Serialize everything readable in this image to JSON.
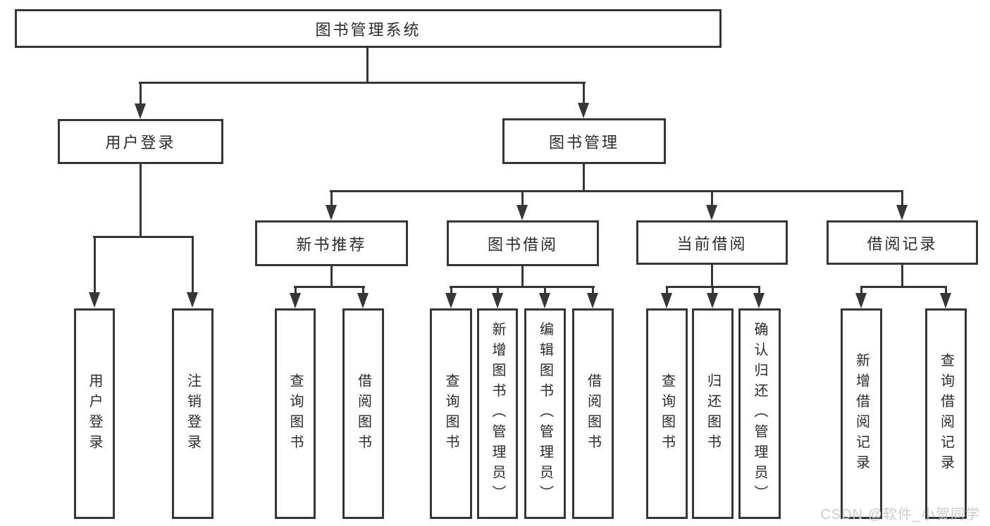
{
  "diagram_title": "图书管理系统",
  "tree": {
    "label": "图书管理系统",
    "children": [
      {
        "label": "用户登录",
        "children": [
          {
            "label": "用户登录"
          },
          {
            "label": "注销登录"
          }
        ]
      },
      {
        "label": "图书管理",
        "children": [
          {
            "label": "新书推荐",
            "children": [
              {
                "label": "查询图书"
              },
              {
                "label": "借阅图书"
              }
            ]
          },
          {
            "label": "图书借阅",
            "children": [
              {
                "label": "查询图书"
              },
              {
                "label": "新增图书（管理员）"
              },
              {
                "label": "编辑图书（管理员）"
              },
              {
                "label": "借阅图书"
              }
            ]
          },
          {
            "label": "当前借阅",
            "children": [
              {
                "label": "查询图书"
              },
              {
                "label": "归还图书"
              },
              {
                "label": "确认归还（管理员）"
              }
            ]
          },
          {
            "label": "借阅记录",
            "children": [
              {
                "label": "新增借阅记录"
              },
              {
                "label": "查询借阅记录"
              }
            ]
          }
        ]
      }
    ]
  },
  "watermark": "CSDN @软件_小贺同学",
  "colors": {
    "line": "#363636",
    "text": "#2b2b2b",
    "background": "#ffffff",
    "watermark": "#c9c9c9"
  }
}
